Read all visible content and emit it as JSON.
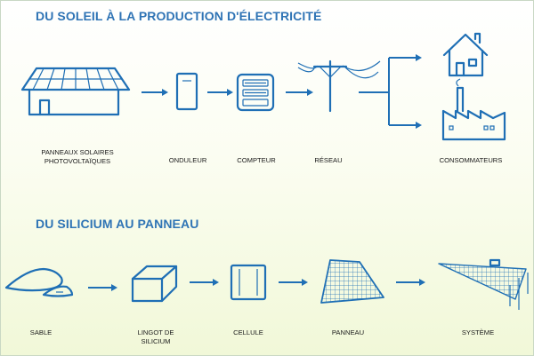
{
  "section1": {
    "title": "DU SOLEIL À LA PRODUCTION D'ÉLECTRICITÉ",
    "steps": {
      "panneaux": [
        "PANNEAUX SOLAIRES",
        "PHOTOVOLTAÏQUES"
      ],
      "onduleur": "ONDULEUR",
      "compteur": "COMPTEUR",
      "reseau": "RÉSEAU",
      "consommateurs": "CONSOMMATEURS"
    }
  },
  "section2": {
    "title": "DU SILICIUM AU PANNEAU",
    "steps": {
      "sable": "SABLE",
      "lingot": [
        "LINGOT DE",
        "SILICIUM"
      ],
      "cellule": "CELLULE",
      "panneau": "PANNEAU",
      "systeme": "SYSTÈME"
    }
  },
  "colors": {
    "accent": "#1f6fb5",
    "title": "#2f74b5",
    "text": "#1a1a1a"
  }
}
